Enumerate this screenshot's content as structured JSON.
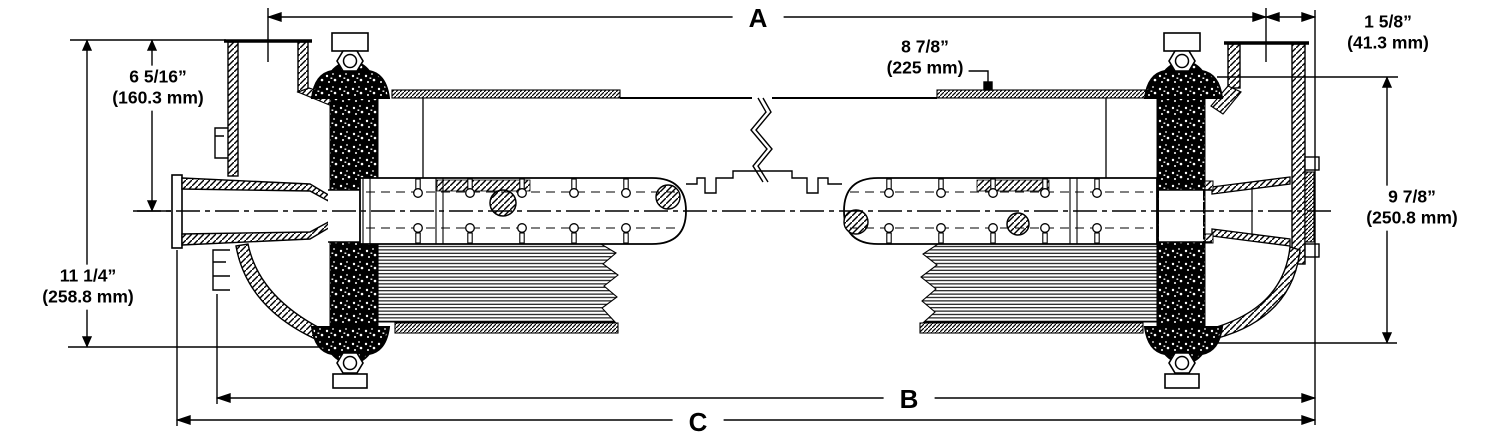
{
  "drawing_labels": {
    "span_a": "A",
    "span_b": "B",
    "span_c": "C"
  },
  "dimensions": {
    "left_inner_height": {
      "inches": "6 5/16”",
      "mm": "(160.3 mm)"
    },
    "left_overall_height": {
      "inches": "11 1/4”",
      "mm": "(258.8 mm)"
    },
    "top_jacket_offset": {
      "inches": "8 7/8”",
      "mm": "(225 mm)"
    },
    "right_end_offset": {
      "inches": "1 5/8”",
      "mm": "(41.3 mm)"
    },
    "right_inner_height": {
      "inches": "9 7/8”",
      "mm": "(250.8 mm)"
    }
  },
  "colors": {
    "line": "#000000",
    "background": "#ffffff"
  }
}
